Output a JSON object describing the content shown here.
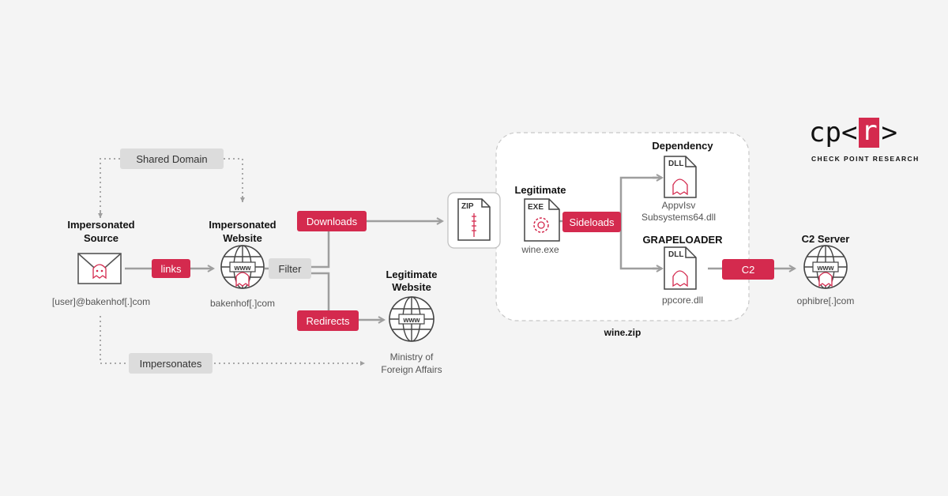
{
  "colors": {
    "accent": "#d42a4e",
    "arrow": "#9e9e9e",
    "pill_gray": "#dcdcdc",
    "background": "#f4f4f4"
  },
  "logo": {
    "left": "cp",
    "bracket_open": "<",
    "letter": "r",
    "bracket_close": ">",
    "subtitle": "CHECK POINT RESEARCH"
  },
  "nodes": {
    "source": {
      "title_line1": "Impersonated",
      "title_line2": "Source",
      "caption": "[user]@bakenhof[.]com",
      "icon": "envelope-icon"
    },
    "website": {
      "title_line1": "Impersonated",
      "title_line2": "Website",
      "caption": "bakenhof[.]com",
      "icon": "globe-icon",
      "globe_label": "www"
    },
    "legit_site": {
      "title_line1": "Legitimate",
      "title_line2": "Website",
      "caption_line1": "Ministry of",
      "caption_line2": "Foreign Affairs",
      "icon": "globe-icon",
      "globe_label": "www"
    },
    "zip": {
      "label": "ZIP",
      "icon": "zip-file-icon"
    },
    "exe": {
      "title": "Legitimate",
      "label": "EXE",
      "caption": "wine.exe",
      "icon": "exe-file-icon"
    },
    "dependency": {
      "title": "Dependency",
      "label": "DLL",
      "caption_line1": "AppvIsv",
      "caption_line2": "Subsystems64.dll",
      "icon": "dll-file-icon"
    },
    "grapeloader": {
      "title": "GRAPELOADER",
      "label": "DLL",
      "caption": "ppcore.dll",
      "icon": "dll-file-icon"
    },
    "c2": {
      "title": "C2 Server",
      "caption": "ophibre[.]com",
      "icon": "globe-icon",
      "globe_label": "www"
    }
  },
  "edges": {
    "shared_domain": "Shared Domain",
    "links": "links",
    "filter": "Filter",
    "downloads": "Downloads",
    "redirects": "Redirects",
    "impersonates": "Impersonates",
    "sideloads": "Sideloads",
    "c2": "C2"
  },
  "group": {
    "label": "wine.zip"
  }
}
